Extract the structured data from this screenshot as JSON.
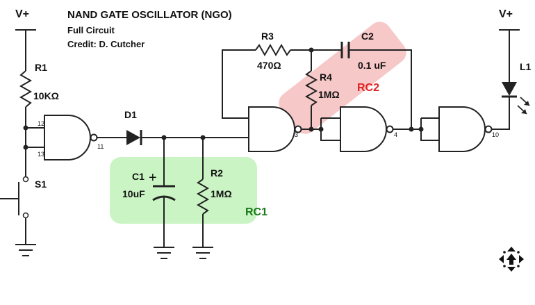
{
  "header": {
    "title": "NAND GATE OSCILLATOR (NGO)",
    "subtitle": "Full Circuit",
    "credit": "Credit: D. Cutcher"
  },
  "supply_left": "V+",
  "supply_right": "V+",
  "r1": {
    "name": "R1",
    "value": "10KΩ"
  },
  "r2": {
    "name": "R2",
    "value": "1MΩ"
  },
  "r3": {
    "name": "R3",
    "value": "470Ω"
  },
  "r4": {
    "name": "R4",
    "value": "1MΩ"
  },
  "c1": {
    "name": "C1",
    "value": "10uF",
    "polarity": "+"
  },
  "c2": {
    "name": "C2",
    "value": "0.1 uF"
  },
  "d1": {
    "name": "D1"
  },
  "l1": {
    "name": "L1"
  },
  "s1": {
    "name": "S1"
  },
  "groups": {
    "rc1": {
      "label": "RC1",
      "color": "#1a7a1a",
      "fill": "#b8f0b0"
    },
    "rc2": {
      "label": "RC2",
      "color": "#e02020",
      "fill": "#f4b0b0"
    }
  },
  "pins": {
    "g1_in_a": "12",
    "g1_in_b": "13",
    "g1_out": "11",
    "g2_out": "3",
    "g3_out": "4",
    "g4_out": "10"
  },
  "icons": {
    "move": "move-icon"
  }
}
